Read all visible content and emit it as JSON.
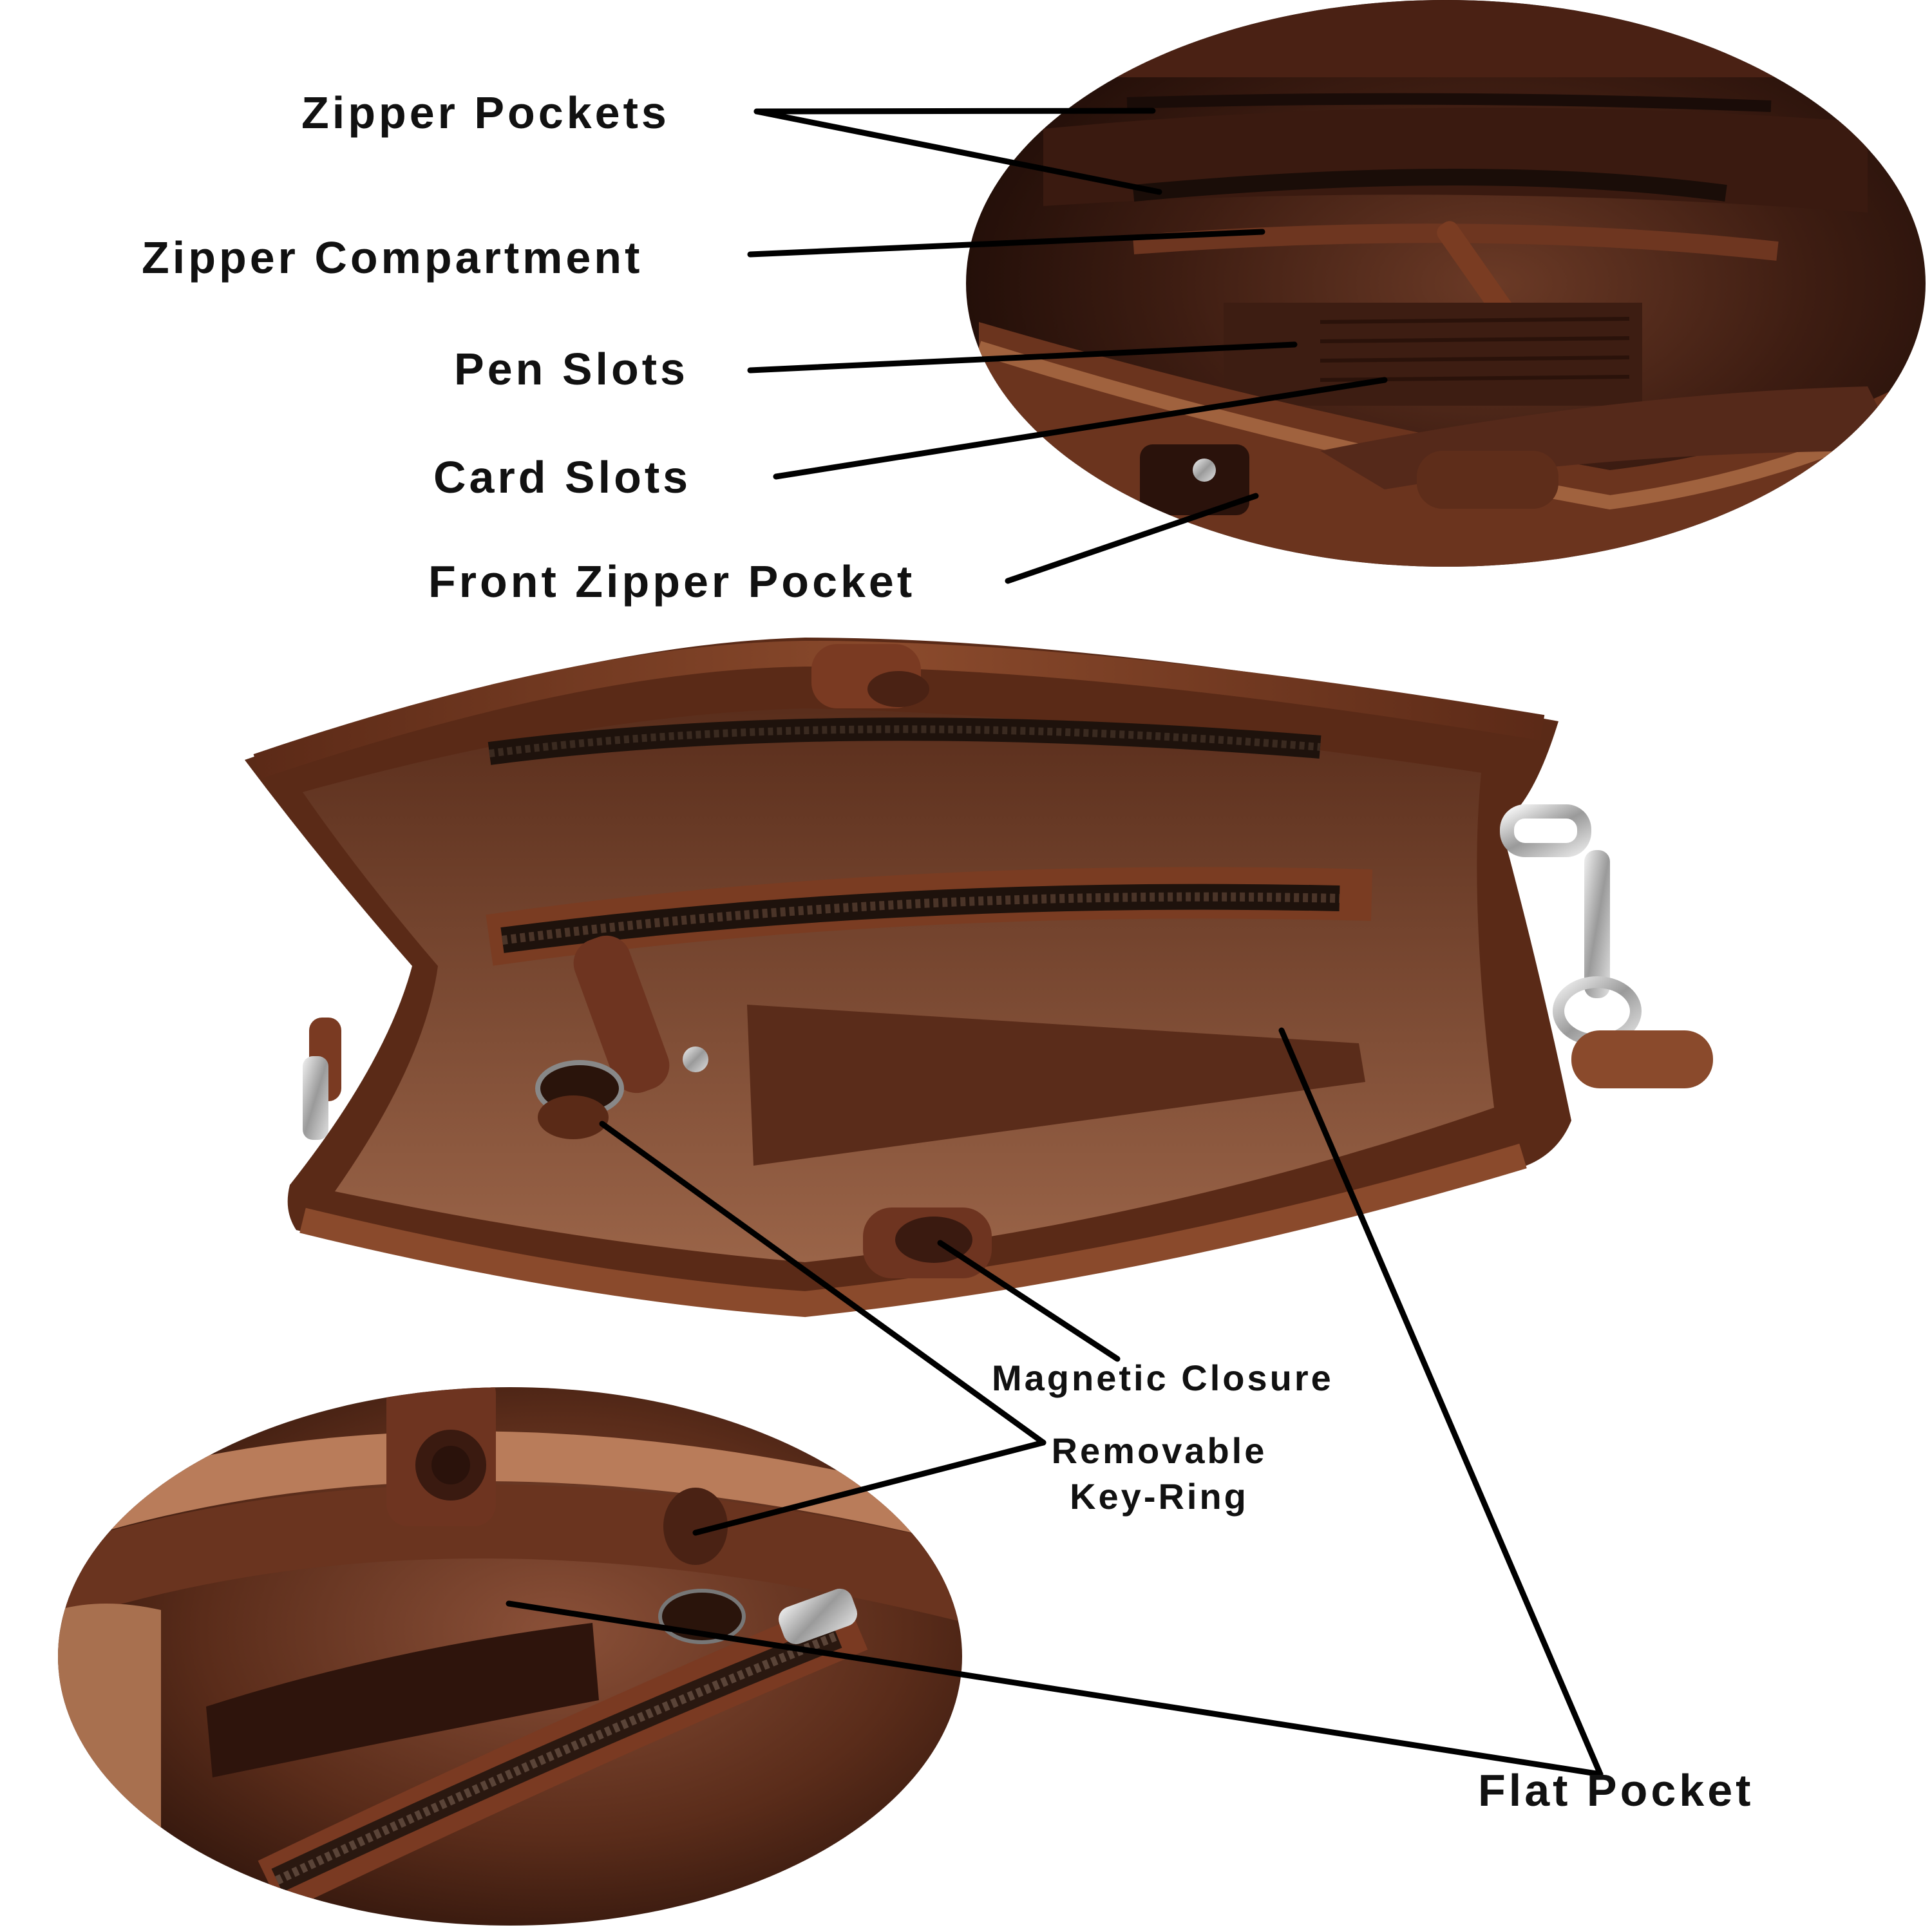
{
  "colors": {
    "leather_dark": "#3b1a10",
    "leather_mid": "#6e3620",
    "leather_light": "#9a5a3a",
    "lining": "#7a4630",
    "zipper": "#2a1a14",
    "metal": "#c8c8c8",
    "line": "#000000",
    "text": "#111111"
  },
  "labels": {
    "zipper_pockets": "Zipper Pockets",
    "zipper_compartment": "Zipper Compartment",
    "pen_slots": "Pen Slots",
    "card_slots": "Card Slots",
    "front_zipper_pocket": "Front Zipper Pocket",
    "magnetic_closure": "Magnetic Closure",
    "removable_line1": "Removable",
    "removable_line2": "Key-Ring",
    "flat_pocket": "Flat Pocket"
  },
  "images": {
    "top_inset": "leather-bag-interior-closeup-top",
    "main": "leather-bag-interior-open-view",
    "bottom_inset": "leather-bag-interior-closeup-bottom"
  }
}
